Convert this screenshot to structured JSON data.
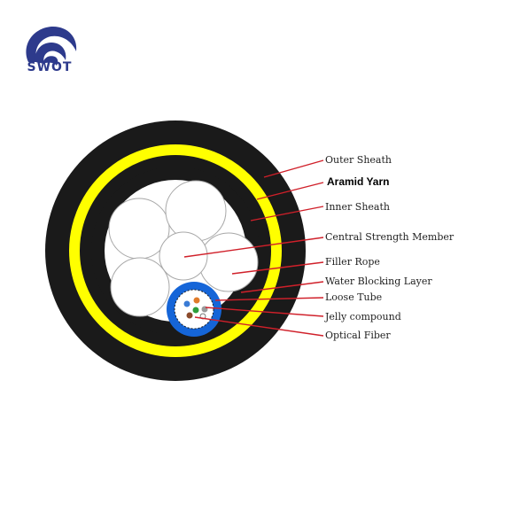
{
  "brand": {
    "name": "SWOT",
    "color": "#2d3a8c"
  },
  "colors": {
    "outer_sheath": "#1a1a1a",
    "aramid_yarn": "#ffff00",
    "inner_sheath": "#1a1a1a",
    "interior": "#ffffff",
    "loose_tube": "#1565d8",
    "leader_line": "#d0202a"
  },
  "labels": {
    "outer_sheath": "Outer Sheath",
    "aramid_yarn": "Aramid Yarn",
    "inner_sheath": "Inner Sheath",
    "central_strength_member": "Central Strength Member",
    "filler_rope": "Filler Rope",
    "water_blocking_layer": "Water Blocking Layer",
    "loose_tube": "Loose Tube",
    "jelly_compound": "Jelly compound",
    "optical_fiber": "Optical Fiber"
  },
  "fiber_colors": [
    "#3a7bd5",
    "#e07b2a",
    "#2e9d3a",
    "#8b4a2b",
    "#9a9a9a",
    "#ffffff"
  ]
}
